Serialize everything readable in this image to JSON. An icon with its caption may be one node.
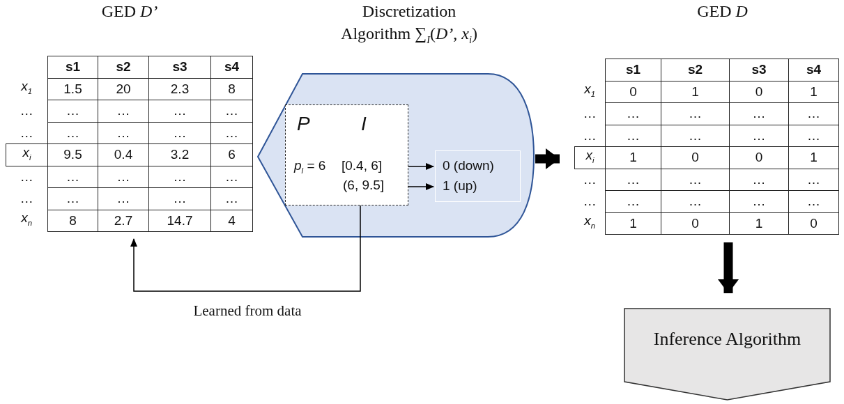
{
  "diagram": {
    "nodes": [
      {
        "text": [
          "GED *D’*"
        ]
      },
      {
        "text": [
          "Discretization Algorithm ∑$_{I}$(*D’*, *x*$_{i}$)"
        ]
      },
      {
        "text": [
          "P",
          "I",
          "*p*$_{l}$ = 6",
          "[0.4, 6]",
          "(6, 9.5]"
        ],
        "in": 1
      },
      {
        "text": [
          "0 (down)",
          "1 (up)"
        ],
        "in": 1
      },
      {
        "text": [
          "GED *D*"
        ]
      },
      {
        "text": [
          "Inference Algorithm"
        ]
      }
    ],
    "edges": [
      {
        "from": 2,
        "to": 3,
        "arrow": "to"
      },
      {
        "from": 2,
        "to": 3,
        "arrow": "to"
      },
      {
        "from": 2,
        "to": 0,
        "arrow": "to",
        "label": "Learned from data"
      },
      {
        "from": 1,
        "to": 4,
        "arrow": "to",
        "style": "thick"
      },
      {
        "from": 4,
        "to": 5,
        "arrow": "to",
        "style": "thick"
      }
    ],
    "labels": [
      "s1",
      "s2",
      "s3",
      "s4",
      "*x*$_{1}$",
      "1.5",
      "20",
      "2.3",
      "8",
      "…",
      "…",
      "…",
      "…",
      "…",
      "…",
      "…",
      "…",
      "…",
      "…",
      "*x*$_{i}$",
      "9.5",
      "0.4",
      "3.2",
      "6",
      "…",
      "…",
      "…",
      "…",
      "…",
      "…",
      "…",
      "…",
      "…",
      "…",
      "*x*$_{n}$",
      "8",
      "2.7",
      "14.7",
      "4",
      "s1",
      "s2",
      "s3",
      "s4",
      "*x*$_{1}$",
      "0",
      "1",
      "0",
      "1",
      "…",
      "…",
      "…",
      "…",
      "…",
      "…",
      "…",
      "…",
      "…",
      "…",
      "*x*$_{i}$",
      "1",
      "0",
      "0",
      "1",
      "…",
      "…",
      "…",
      "…",
      "…",
      "…",
      "…",
      "…",
      "…",
      "…",
      "*x*$_{n}$",
      "1",
      "0",
      "1",
      "0"
    ]
  }
}
